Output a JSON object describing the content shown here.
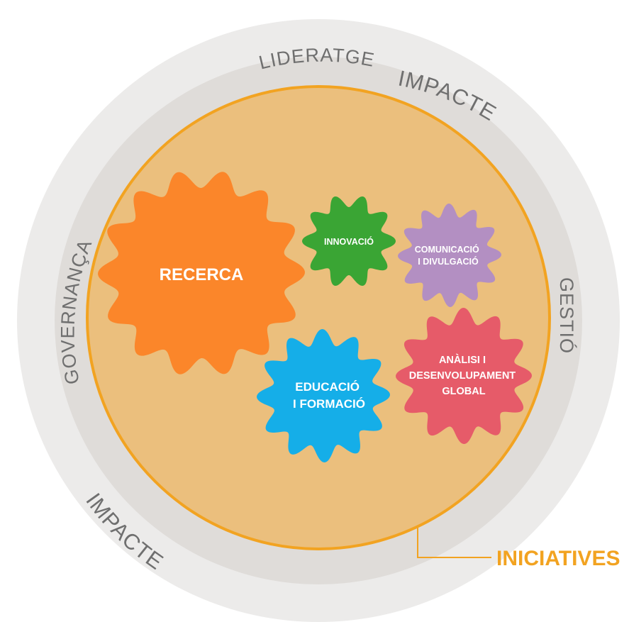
{
  "diagram": {
    "outer_ring_labels": {
      "top": "IMPACTE",
      "bottom": "IMPACTE"
    },
    "middle_ring_labels": {
      "top": "LIDERATGE",
      "left": "GOVERNANÇA",
      "right": "GESTIÓ"
    },
    "callout": "INICIATIVES",
    "gears": [
      {
        "id": "recerca",
        "lines": [
          "RECERCA"
        ],
        "color": "#fb862a"
      },
      {
        "id": "innovacio",
        "lines": [
          "INNOVACIÓ"
        ],
        "color": "#3aa534"
      },
      {
        "id": "comunicacio",
        "lines": [
          "COMUNICACIÓ",
          "I DIVULGACIÓ"
        ],
        "color": "#b38fc2"
      },
      {
        "id": "educacio",
        "lines": [
          "EDUCACIÓ",
          "I FORMACIÓ"
        ],
        "color": "#15aee8"
      },
      {
        "id": "analisi",
        "lines": [
          "ANÀLISI I",
          "DESENVOLUPAMENT",
          "GLOBAL"
        ],
        "color": "#e65b69"
      }
    ],
    "colors": {
      "outer_ring": "#ecebea",
      "middle_ring": "#dfdcd9",
      "inner_disc": "#ebbf7d",
      "inner_border": "#f2a321",
      "ring_text": "#6f6f6f",
      "callout": "#f2a321"
    }
  }
}
